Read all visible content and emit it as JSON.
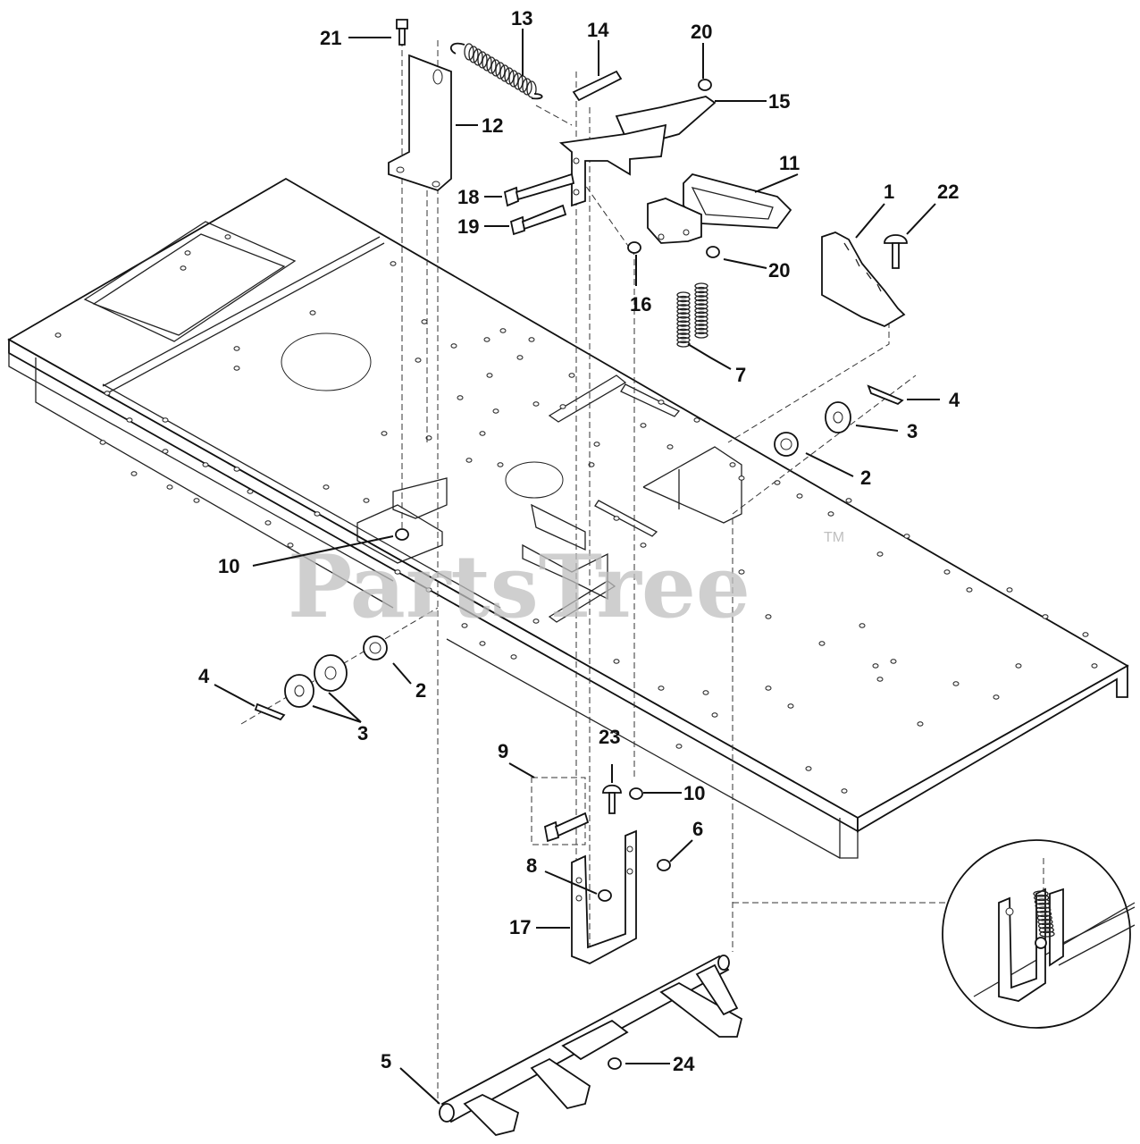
{
  "watermark": {
    "text": "PartsTree",
    "tm": "TM"
  },
  "callouts": [
    {
      "id": "c1",
      "text": "1"
    },
    {
      "id": "c2a",
      "text": "2"
    },
    {
      "id": "c2b",
      "text": "2"
    },
    {
      "id": "c3a",
      "text": "3"
    },
    {
      "id": "c3b",
      "text": "3"
    },
    {
      "id": "c4a",
      "text": "4"
    },
    {
      "id": "c4b",
      "text": "4"
    },
    {
      "id": "c5",
      "text": "5"
    },
    {
      "id": "c6",
      "text": "6"
    },
    {
      "id": "c7",
      "text": "7"
    },
    {
      "id": "c8",
      "text": "8"
    },
    {
      "id": "c9",
      "text": "9"
    },
    {
      "id": "c10a",
      "text": "10"
    },
    {
      "id": "c10b",
      "text": "10"
    },
    {
      "id": "c11",
      "text": "11"
    },
    {
      "id": "c12",
      "text": "12"
    },
    {
      "id": "c13",
      "text": "13"
    },
    {
      "id": "c14",
      "text": "14"
    },
    {
      "id": "c15",
      "text": "15"
    },
    {
      "id": "c16",
      "text": "16"
    },
    {
      "id": "c17",
      "text": "17"
    },
    {
      "id": "c18",
      "text": "18"
    },
    {
      "id": "c19",
      "text": "19"
    },
    {
      "id": "c20a",
      "text": "20"
    },
    {
      "id": "c20b",
      "text": "20"
    },
    {
      "id": "c21",
      "text": "21"
    },
    {
      "id": "c22",
      "text": "22"
    },
    {
      "id": "c23",
      "text": "23"
    },
    {
      "id": "c24",
      "text": "24"
    }
  ]
}
